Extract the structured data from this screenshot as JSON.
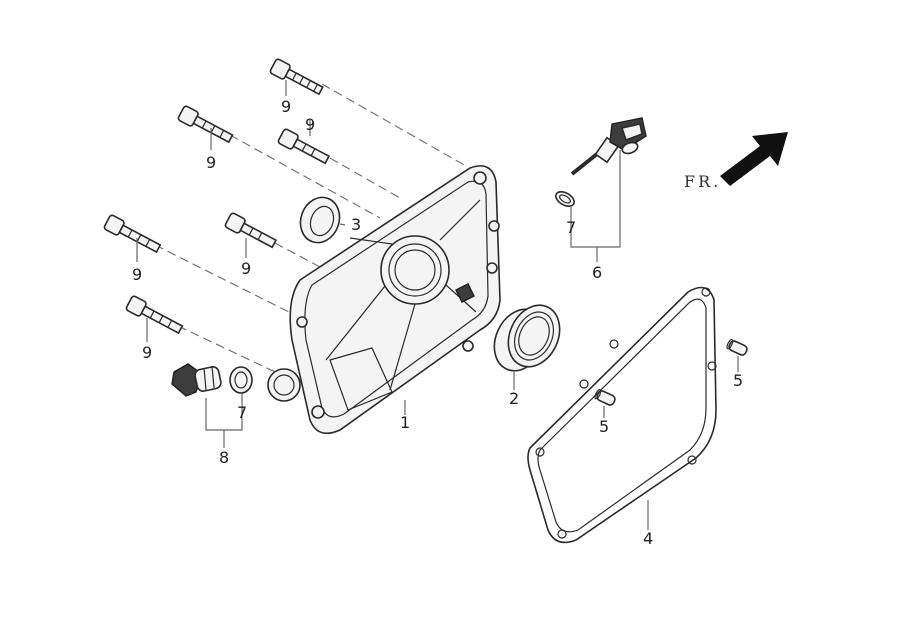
{
  "orientation_label": "FR.",
  "callouts": {
    "crankcase_cover": "1",
    "bearing": "2",
    "oil_seal": "3",
    "gasket": "4",
    "dowel_pin_upper": "5",
    "dowel_pin_lower": "5",
    "oil_filler_cap_assy": "6",
    "o_ring_filler": "7",
    "o_ring_drain": "7",
    "drain_plug_assy": "8",
    "bolt_1": "9",
    "bolt_2": "9",
    "bolt_3": "9",
    "bolt_4": "9",
    "bolt_5": "9",
    "bolt_6": "9"
  },
  "icons": {
    "direction_arrow": "front-direction-arrow-icon"
  },
  "colors": {
    "line_art": "#2a2a2a",
    "background": "#ffffff",
    "arrow": "#111111"
  }
}
